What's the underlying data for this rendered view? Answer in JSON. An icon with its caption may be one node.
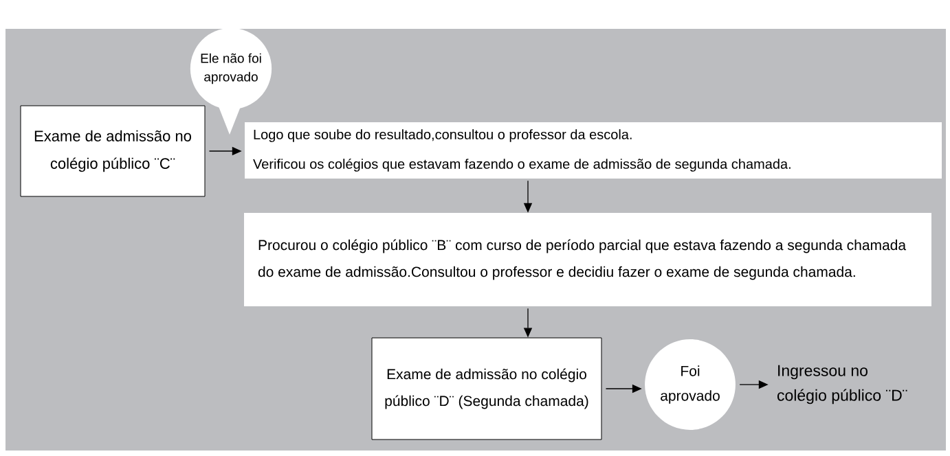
{
  "diagram": {
    "nodes": [
      {
        "text": [
          "Exame de admissão no colégio público ¨C¨"
        ]
      },
      {
        "text": [
          "Ele não foi aprovado"
        ]
      },
      {
        "text": [
          "Logo que soube do resultado,consultou o professor da escola.",
          "Verificou os colégios que estavam fazendo o exame de admissão de segunda chamada."
        ]
      },
      {
        "text": [
          "Procurou o colégio público ¨B¨ com curso de período parcial que estava fazendo a segunda chamada do exame de admissão.Consultou o professor e decidiu fazer o exame de segunda chamada."
        ]
      },
      {
        "text": [
          "Exame de admissão no colégio público ¨D¨ (Segunda chamada)"
        ]
      },
      {
        "text": [
          "Foi aprovado"
        ]
      },
      {
        "text": [
          "Ingressou no colégio público ¨D¨"
        ]
      }
    ],
    "edges": [
      {
        "from": 0,
        "to": 2,
        "arrow": "to"
      },
      {
        "from": 2,
        "to": 3,
        "arrow": "to"
      },
      {
        "from": 3,
        "to": 4,
        "arrow": "to"
      },
      {
        "from": 4,
        "to": 5,
        "arrow": "to"
      },
      {
        "from": 5,
        "to": 6,
        "arrow": "to"
      }
    ]
  }
}
